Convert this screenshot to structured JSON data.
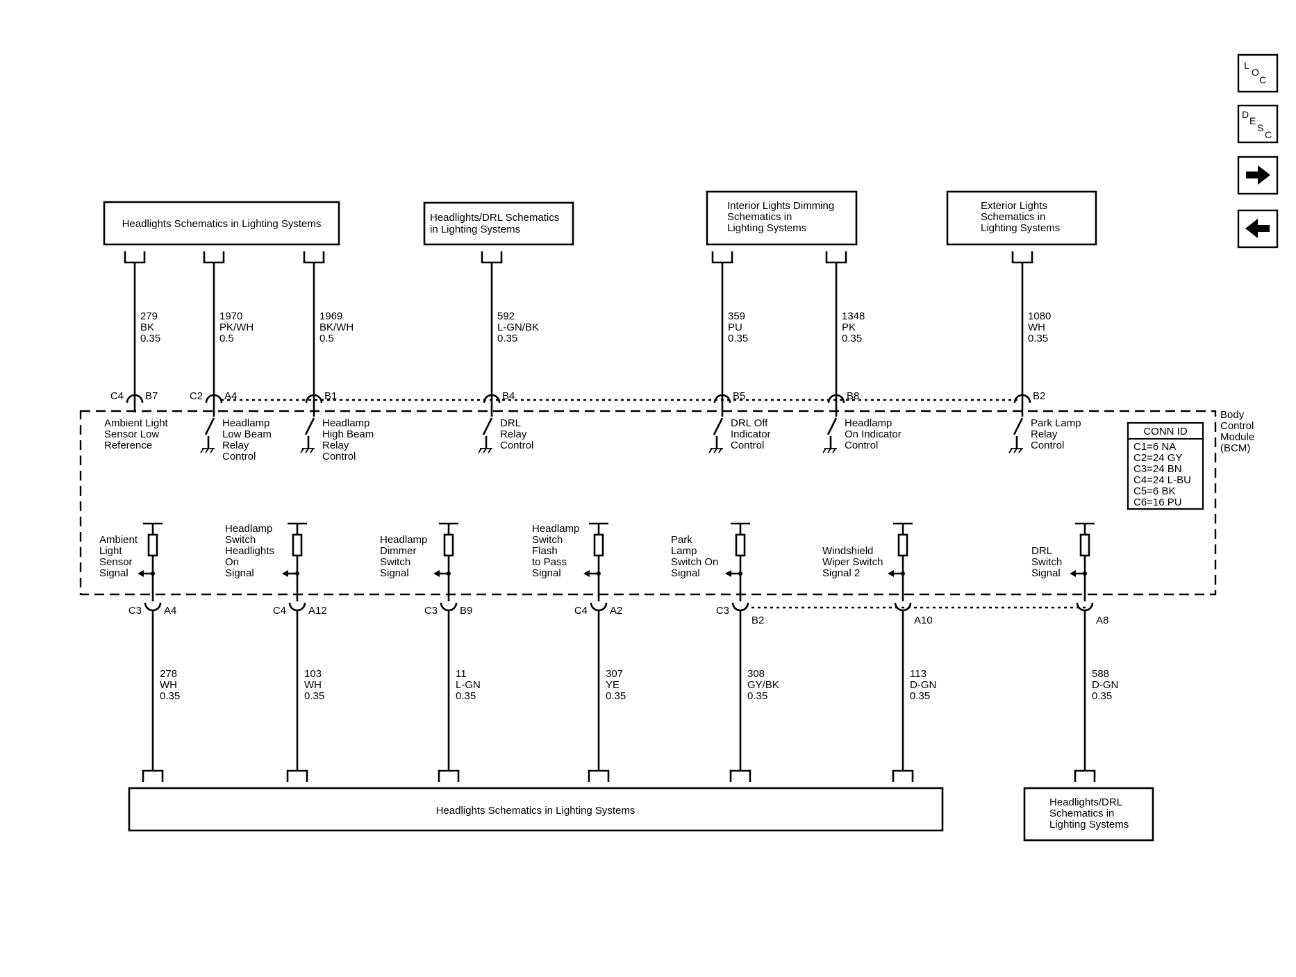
{
  "nav": {
    "loc": [
      "L",
      "O",
      "C"
    ],
    "desc": [
      "D",
      "E",
      "S",
      "C"
    ],
    "forward_icon": "arrow-right-icon",
    "back_icon": "arrow-left-icon"
  },
  "top_boxes": [
    {
      "lines": [
        "Headlights Schematics in Lighting Systems"
      ]
    },
    {
      "lines": [
        "Headlights/DRL Schematics",
        "in Lighting Systems"
      ]
    },
    {
      "lines": [
        "Interior Lights Dimming",
        "Schematics in",
        "Lighting Systems"
      ]
    },
    {
      "lines": [
        "Exterior Lights",
        "Schematics in",
        "Lighting Systems"
      ]
    }
  ],
  "top_wires": [
    {
      "circuit": "279",
      "color": "BK",
      "gauge": "0.35",
      "conn": "C4",
      "pin": "B7",
      "function": [
        "Ambient Light",
        "Sensor Low",
        "Reference"
      ]
    },
    {
      "circuit": "1970",
      "color": "PK/WH",
      "gauge": "0.5",
      "conn": "C2",
      "pin": "A4",
      "function": [
        "Headlamp",
        "Low Beam",
        "Relay",
        "Control"
      ]
    },
    {
      "circuit": "1969",
      "color": "BK/WH",
      "gauge": "0.5",
      "conn": "",
      "pin": "B1",
      "function": [
        "Headlamp",
        "High Beam",
        "Relay",
        "Control"
      ]
    },
    {
      "circuit": "592",
      "color": "L-GN/BK",
      "gauge": "0.35",
      "conn": "",
      "pin": "B4",
      "function": [
        "DRL",
        "Relay",
        "Control"
      ]
    },
    {
      "circuit": "359",
      "color": "PU",
      "gauge": "0.35",
      "conn": "",
      "pin": "B5",
      "function": [
        "DRL Off",
        "Indicator",
        "Control"
      ]
    },
    {
      "circuit": "1348",
      "color": "PK",
      "gauge": "0.35",
      "conn": "",
      "pin": "B8",
      "function": [
        "Headlamp",
        "On Indicator",
        "Control"
      ]
    },
    {
      "circuit": "1080",
      "color": "WH",
      "gauge": "0.35",
      "conn": "",
      "pin": "B2",
      "function": [
        "Park Lamp",
        "Relay",
        "Control"
      ]
    }
  ],
  "module": {
    "name": [
      "Body",
      "Control",
      "Module",
      "(BCM)"
    ],
    "conn_id": {
      "title": "CONN ID",
      "rows": [
        "C1=6 NA",
        "C2=24 GY",
        "C3=24 BN",
        "C4=24 L-BU",
        "C5=6 BK",
        "C6=16 PU"
      ]
    }
  },
  "bottom_wires": [
    {
      "circuit": "278",
      "color": "WH",
      "gauge": "0.35",
      "conn": "C3",
      "pin": "A4",
      "function": [
        "Ambient",
        "Light",
        "Sensor",
        "Signal"
      ]
    },
    {
      "circuit": "103",
      "color": "WH",
      "gauge": "0.35",
      "conn": "C4",
      "pin": "A12",
      "function": [
        "Headlamp",
        "Switch",
        "Headlights",
        "On",
        "Signal"
      ]
    },
    {
      "circuit": "11",
      "color": "L-GN",
      "gauge": "0.35",
      "conn": "C3",
      "pin": "B9",
      "function": [
        "Headlamp",
        "Dimmer",
        "Switch",
        "Signal"
      ]
    },
    {
      "circuit": "307",
      "color": "YE",
      "gauge": "0.35",
      "conn": "C4",
      "pin": "A2",
      "function": [
        "Headlamp",
        "Switch",
        "Flash",
        "to Pass",
        "Signal"
      ]
    },
    {
      "circuit": "308",
      "color": "GY/BK",
      "gauge": "0.35",
      "conn": "C3",
      "pin": "B2",
      "function": [
        "Park",
        "Lamp",
        "Switch On",
        "Signal"
      ]
    },
    {
      "circuit": "113",
      "color": "D-GN",
      "gauge": "0.35",
      "conn": "",
      "pin": "A10",
      "function": [
        "Windshield",
        "Wiper Switch",
        "Signal 2"
      ]
    },
    {
      "circuit": "588",
      "color": "D-GN",
      "gauge": "0.35",
      "conn": "",
      "pin": "A8",
      "function": [
        "DRL",
        "Switch",
        "Signal"
      ]
    }
  ],
  "bottom_boxes": [
    {
      "lines": [
        "Headlights Schematics in Lighting Systems"
      ]
    },
    {
      "lines": [
        "Headlights/DRL",
        "Schematics in",
        "Lighting Systems"
      ]
    }
  ]
}
